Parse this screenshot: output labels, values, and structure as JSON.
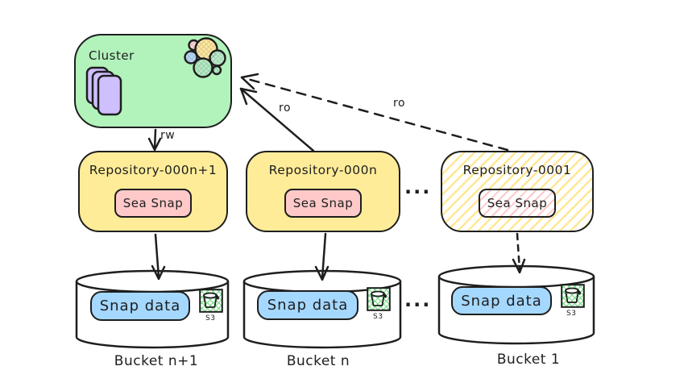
{
  "colors": {
    "ink": "#1e1e1e",
    "cluster_fill": "#b2f2bb",
    "repo_fill": "#ffec99",
    "seasnap_fill": "#ffc9c9",
    "snapdata_fill": "#a5d8ff",
    "nodes_fill": "#d0bfff",
    "hatch_yellow": "#ffd43b",
    "hatch_pink": "#ff8787",
    "s3_hatch_green": "#69db7c"
  },
  "cluster": {
    "label": "Cluster",
    "icons": [
      "nodes-stack-icon",
      "elasticsearch-logo-icon"
    ]
  },
  "edges": {
    "cluster_to_new_repo": {
      "label": "rw",
      "style": "solid"
    },
    "repo_n_to_cluster": {
      "label": "ro",
      "style": "solid"
    },
    "repo_1_to_cluster": {
      "label": "ro",
      "style": "dashed"
    }
  },
  "repositories": [
    {
      "label": "Repository-000n+1",
      "badge": "Sea Snap",
      "fill_style": "solid"
    },
    {
      "label": "Repository-000n",
      "badge": "Sea Snap",
      "fill_style": "solid"
    },
    {
      "label": "Repository-0001",
      "badge": "Sea Snap",
      "fill_style": "hatched"
    }
  ],
  "ellipsis": {
    "repos": "...",
    "buckets": "..."
  },
  "buckets": [
    {
      "label": "Bucket n+1",
      "content": "Snap data",
      "icon": "s3-bucket-icon",
      "icon_label": "S3"
    },
    {
      "label": "Bucket n",
      "content": "Snap data",
      "icon": "s3-bucket-icon",
      "icon_label": "S3"
    },
    {
      "label": "Bucket 1",
      "content": "Snap data",
      "icon": "s3-bucket-icon",
      "icon_label": "S3"
    }
  ]
}
